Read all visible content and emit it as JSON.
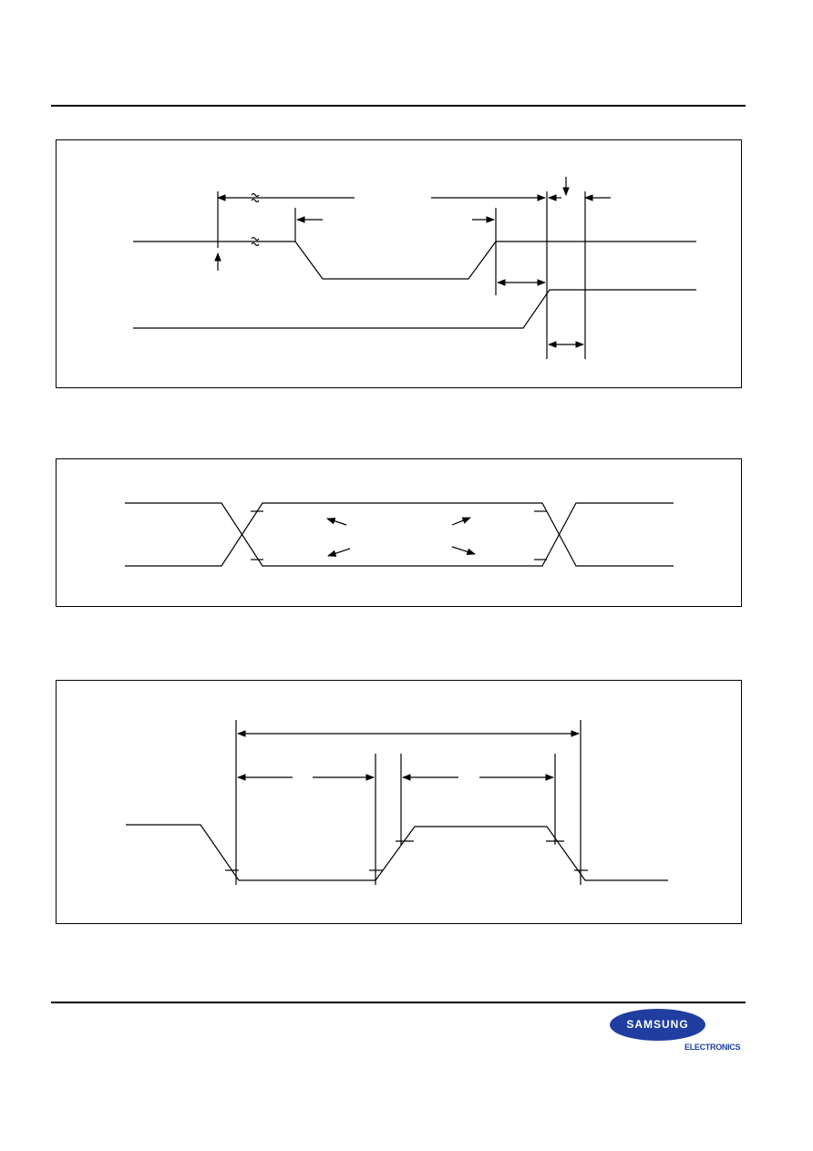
{
  "page": {
    "header_rule": true,
    "footer_rule": true
  },
  "logo": {
    "brand": "SAMSUNG",
    "subtitle": "ELECTRONICS",
    "color": "#1f3ea0"
  },
  "diagrams": [
    {
      "id": "diagram-1",
      "description_type": "timing-waveform-with-break-symbols"
    },
    {
      "id": "diagram-2",
      "description_type": "differential-crossing-waveform"
    },
    {
      "id": "diagram-3",
      "description_type": "pulse-period-waveform"
    }
  ],
  "colors": {
    "line": "#000000",
    "background": "#ffffff"
  }
}
